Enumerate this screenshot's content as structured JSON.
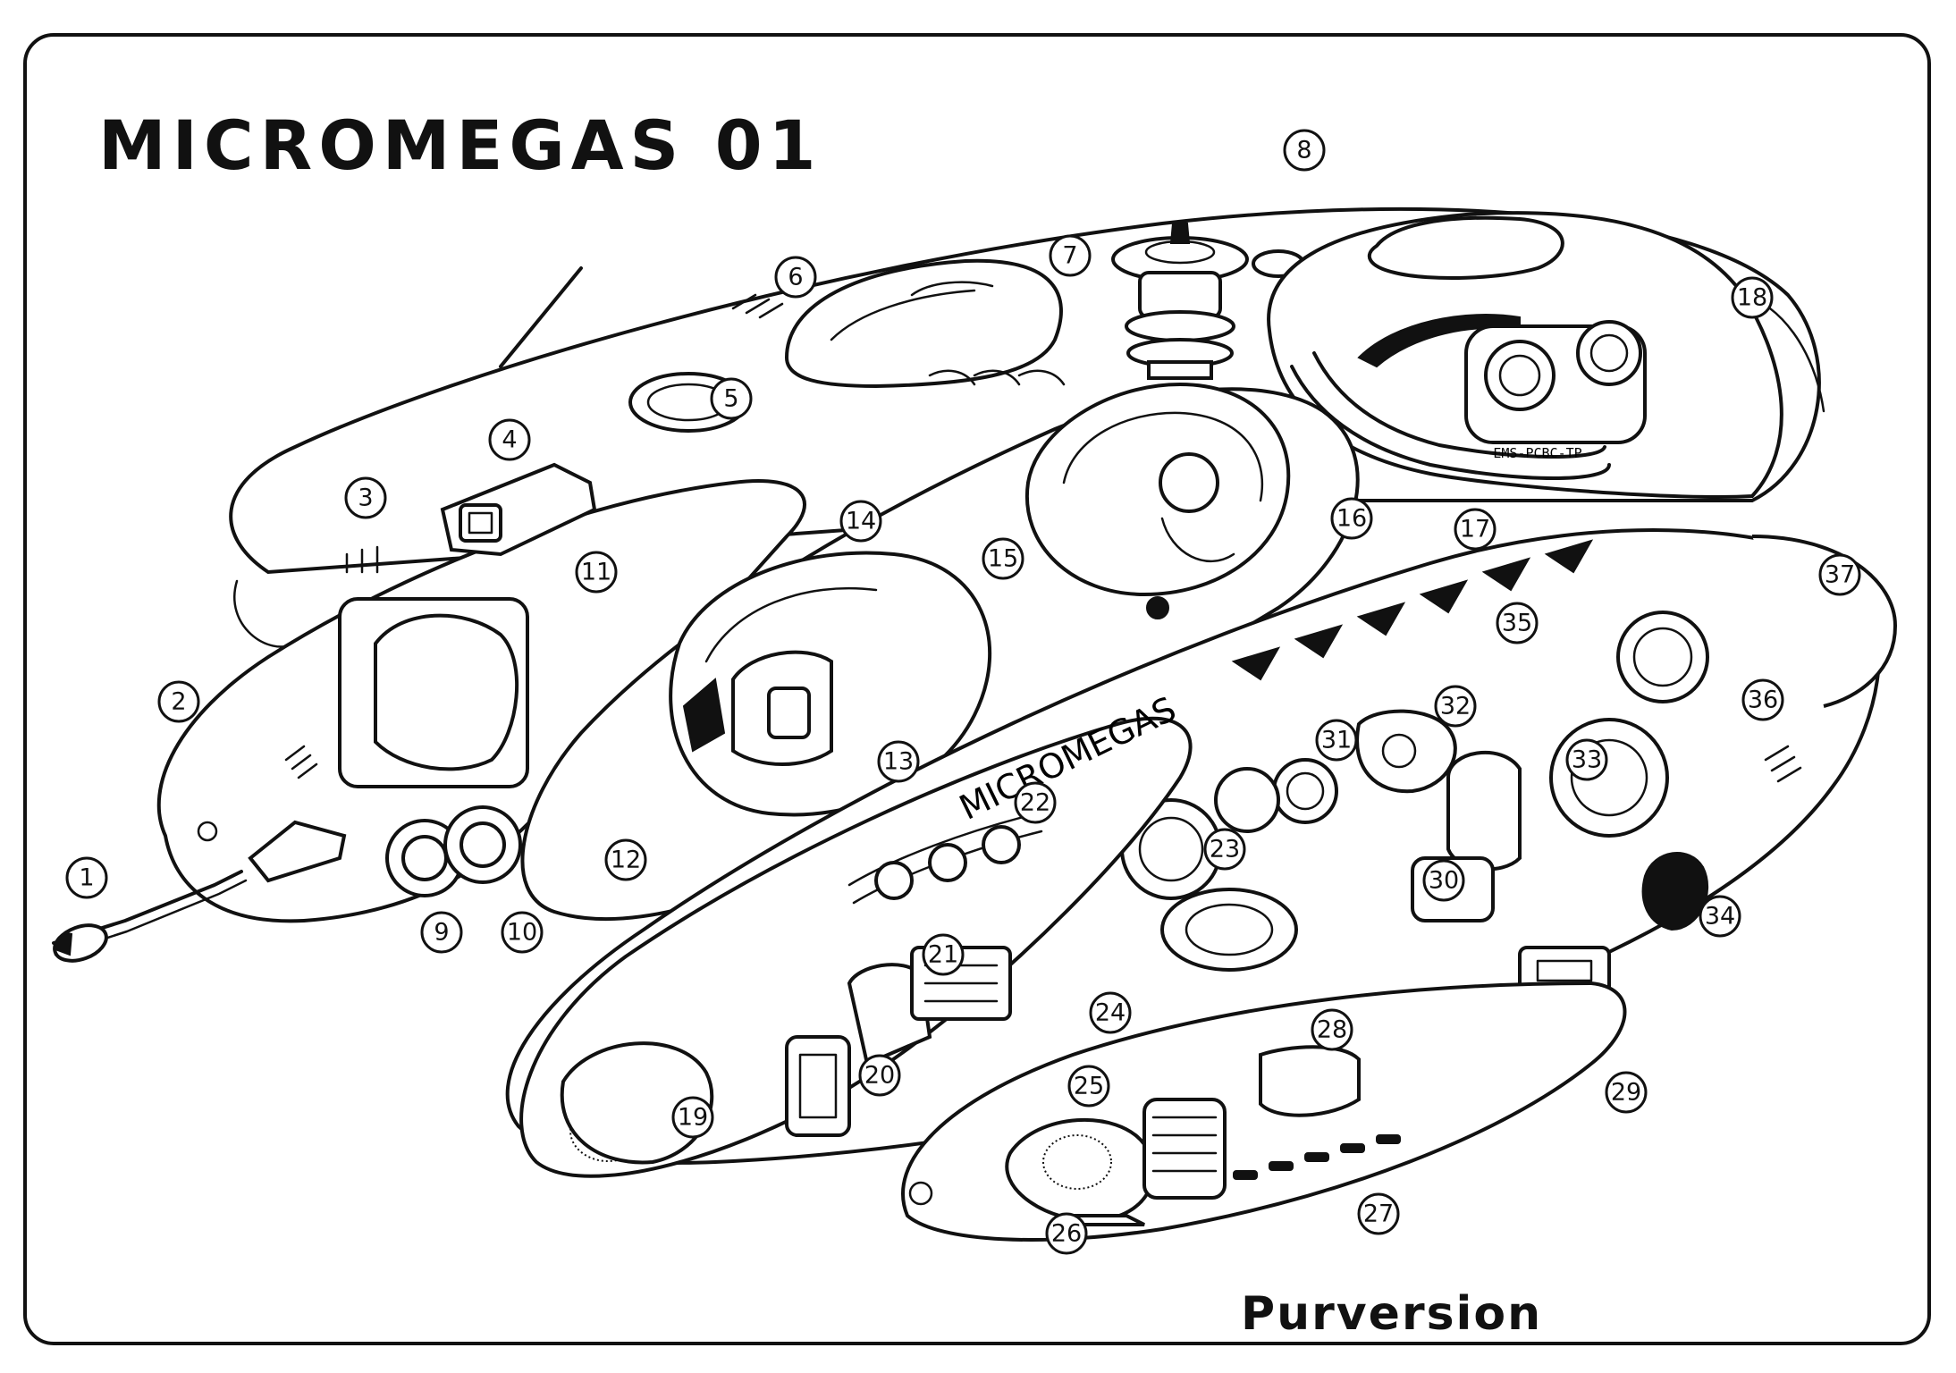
{
  "title": "MICROMEGAS 01",
  "credit": "Purversion",
  "labels": {
    "hull_brand": "MICROMEGAS",
    "engine_plate": "EMS-PCBC-TP"
  },
  "callouts": [
    "1",
    "2",
    "3",
    "4",
    "5",
    "6",
    "7",
    "8",
    "9",
    "10",
    "11",
    "12",
    "13",
    "14",
    "15",
    "16",
    "17",
    "18",
    "19",
    "20",
    "21",
    "22",
    "23",
    "24",
    "25",
    "26",
    "27",
    "28",
    "29",
    "30",
    "31",
    "32",
    "33",
    "34",
    "35",
    "36",
    "37"
  ]
}
